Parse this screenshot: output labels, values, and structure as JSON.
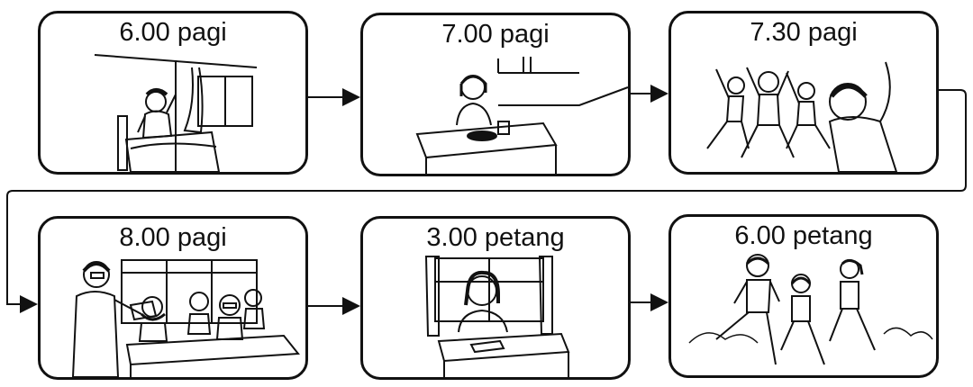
{
  "panels": [
    {
      "time": "6.00 pagi",
      "scene": "waking-up"
    },
    {
      "time": "7.00 pagi",
      "scene": "breakfast"
    },
    {
      "time": "7.30 pagi",
      "scene": "exercise"
    },
    {
      "time": "8.00 pagi",
      "scene": "classroom"
    },
    {
      "time": "3.00 petang",
      "scene": "reading"
    },
    {
      "time": "6.00 petang",
      "scene": "jogging"
    }
  ]
}
